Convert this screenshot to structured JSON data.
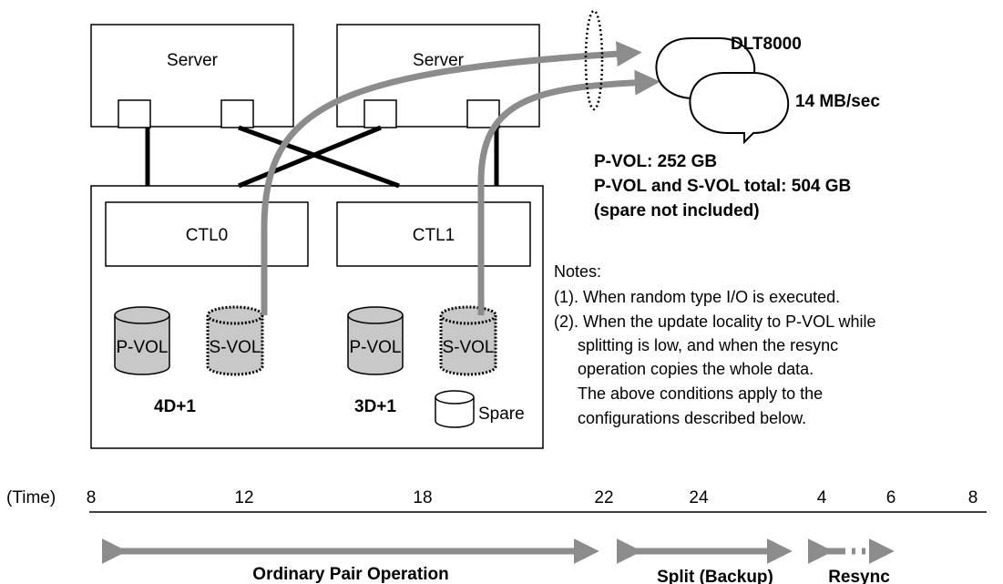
{
  "servers": [
    "Server",
    "Server"
  ],
  "controllers": [
    "CTL0",
    "CTL1"
  ],
  "volumes": {
    "pvol": "P-VOL",
    "svol": "S-VOL"
  },
  "raid": [
    "4D+1",
    "3D+1"
  ],
  "spare": "Spare",
  "tape": {
    "model": "DLT8000",
    "speed": "14 MB/sec"
  },
  "capacity": {
    "pvol": "P-VOL: 252 GB",
    "total": "P-VOL and S-VOL total: 504 GB",
    "spare_note": "(spare not included)"
  },
  "notes": {
    "title": "Notes:",
    "lines": [
      "(1). When random type I/O is executed.",
      "(2). When the update locality to P-VOL while",
      "splitting is low, and when the resync",
      "operation copies the whole data.",
      "The above conditions apply to the",
      "configurations described below."
    ]
  },
  "timeline": {
    "label": "(Time)",
    "ticks": [
      "8",
      "12",
      "18",
      "22",
      "24",
      "4",
      "6",
      "8"
    ],
    "phases": [
      "Ordinary Pair Operation",
      "Split (Backup)",
      "Resync"
    ]
  },
  "colors": {
    "arrow": "#8c8c8c",
    "volume_fill": "#c8c8c8"
  }
}
